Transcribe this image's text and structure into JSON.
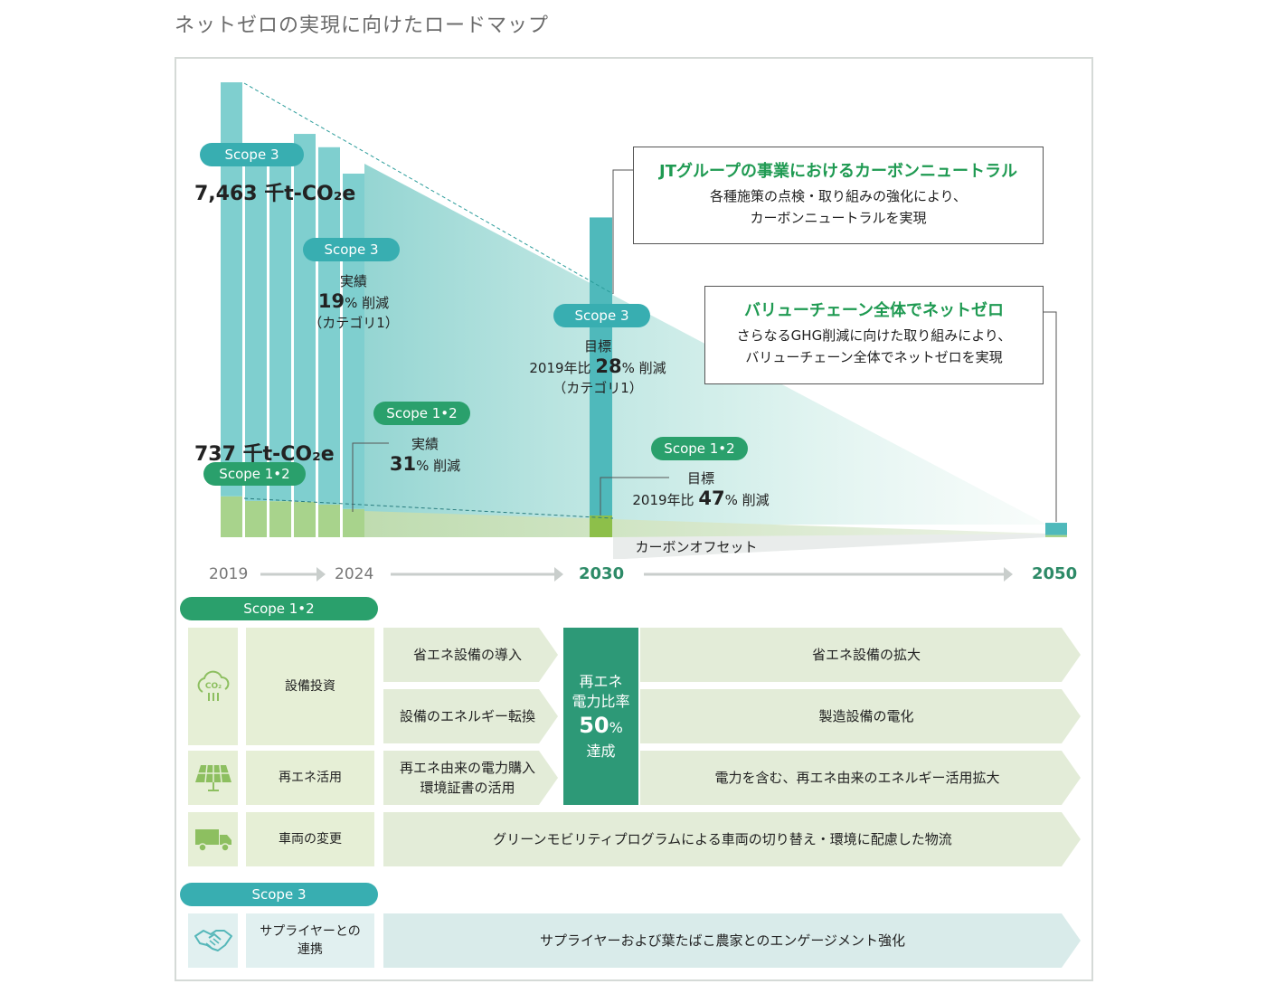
{
  "page": {
    "title": "ネットゼロの実現に向けたロードマップ"
  },
  "colors": {
    "scope3": "#38aeb1",
    "scope12": "#2aa06c",
    "bar3": "#7fcfcf",
    "bar12": "#a8d38c",
    "milestone": "#2d9977"
  },
  "chart_data": {
    "type": "bar",
    "categories": [
      "2019",
      "",
      "",
      "",
      "",
      "2024"
    ],
    "series": [
      {
        "name": "Scope 3",
        "values": [
          7463,
          6390,
          6170,
          6630,
          6440,
          6045
        ]
      },
      {
        "name": "Scope 1・2",
        "values": [
          737,
          655,
          650,
          640,
          590,
          509
        ]
      }
    ],
    "targets": [
      {
        "year": "2030",
        "scope3": 5373,
        "scope12": 391
      },
      {
        "year": "2050",
        "scope3": 220,
        "scope12": 40
      }
    ]
  },
  "labels": {
    "scope3": "Scope 3",
    "scope12": "Scope 1•2",
    "base_scope3": "7,463 千t-CO₂e",
    "base_scope12": "737 千t-CO₂e",
    "actual": "実績",
    "actual_s3_value": "19",
    "actual_s3_unit": "% 削減",
    "category1": "（カテゴリ1）",
    "actual_s12_value": "31",
    "actual_s12_unit": "% 削減",
    "target": "目標",
    "vs2019": "2019年比",
    "target_s3_value": "28",
    "target_s3_unit": "% 削減",
    "target_s12_value": "47",
    "target_s12_unit": "% 削減",
    "carbon_offset": "カーボンオフセット"
  },
  "callouts": {
    "jt_title": "JTグループの事業におけるカーボンニュートラル",
    "jt_line1": "各種施策の点検・取り組みの強化により、",
    "jt_line2": "カーボンニュートラルを実現",
    "vc_title": "バリューチェーン全体でネットゼロ",
    "vc_line1": "さらなるGHG削減に向けた取り組みにより、",
    "vc_line2": "バリューチェーン全体でネットゼロを実現"
  },
  "timeline": {
    "y2019": "2019",
    "y2024": "2024",
    "y2030": "2030",
    "y2050": "2050"
  },
  "roadmap": {
    "scope12_header": "Scope 1•2",
    "scope3_header": "Scope 3",
    "rows": {
      "equipment": "設備投資",
      "renewable": "再エネ活用",
      "vehicle": "車両の変更",
      "supplier_line1": "サプライヤーとの",
      "supplier_line2": "連携"
    },
    "phase1": {
      "eco_intro": "省エネ設備の導入",
      "energy_switch": "設備のエネルギー転換",
      "renew_line1": "再エネ由来の電力購入",
      "renew_line2": "環境証書の活用"
    },
    "milestone": {
      "line1": "再エネ",
      "line2": "電力比率",
      "value": "50",
      "unit": "%",
      "line3": "達成"
    },
    "phase2": {
      "eco_expand": "省エネ設備の拡大",
      "electrify": "製造設備の電化",
      "renew_expand": "電力を含む、再エネ由来のエネルギー活用拡大"
    },
    "vehicle_text": "グリーンモビリティプログラムによる車両の切り替え・環境に配慮した物流",
    "supplier_text": "サプライヤーおよび葉たばこ農家とのエンゲージメント強化"
  },
  "icons": {
    "co2": "co2-cloud-icon",
    "solar": "solar-panel-icon",
    "truck": "truck-icon",
    "handshake": "handshake-icon"
  }
}
